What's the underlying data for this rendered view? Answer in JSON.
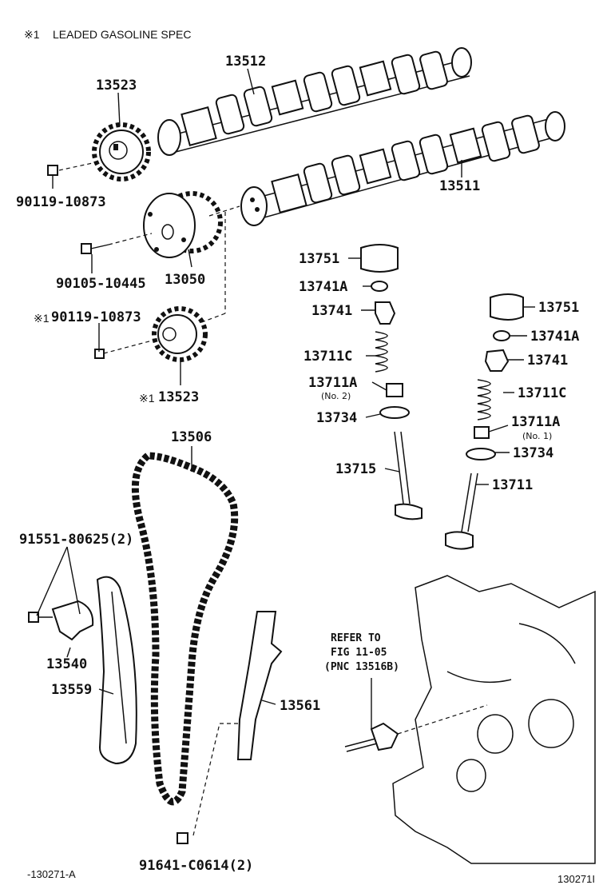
{
  "header": {
    "note_mark": "※1",
    "note_text": "LEADED GASOLINE SPEC"
  },
  "labels": {
    "p13512": "13512",
    "p13523_top": "13523",
    "p90119_a": "90119-10873",
    "p13511": "13511",
    "p90105": "90105-10445",
    "p13050": "13050",
    "p90119_b_mark": "※1",
    "p90119_b": "90119-10873",
    "p13523_bot_mark": "※1",
    "p13523_bot": "13523",
    "p13751_l": "13751",
    "p13741a_l": "13741A",
    "p13741_l": "13741",
    "p13711c_l": "13711C",
    "p13711a_l": "13711A",
    "p13711a_l_sub": "(No. 2)",
    "p13734_l": "13734",
    "p13715": "13715",
    "p13751_r": "13751",
    "p13741a_r": "13741A",
    "p13741_r": "13741",
    "p13711c_r": "13711C",
    "p13711a_r": "13711A",
    "p13711a_r_sub": "(No. 1)",
    "p13734_r": "13734",
    "p13711": "13711",
    "p13506": "13506",
    "p91551": "91551-80625(2)",
    "p13540": "13540",
    "p13559": "13559",
    "p13561": "13561",
    "p91641": "91641-C0614(2)"
  },
  "refer": {
    "line1": "REFER TO",
    "line2": "FIG 11-05",
    "line3": "(PNC 13516B)"
  },
  "footer": {
    "left": "-130271-A",
    "right": "130271I"
  }
}
